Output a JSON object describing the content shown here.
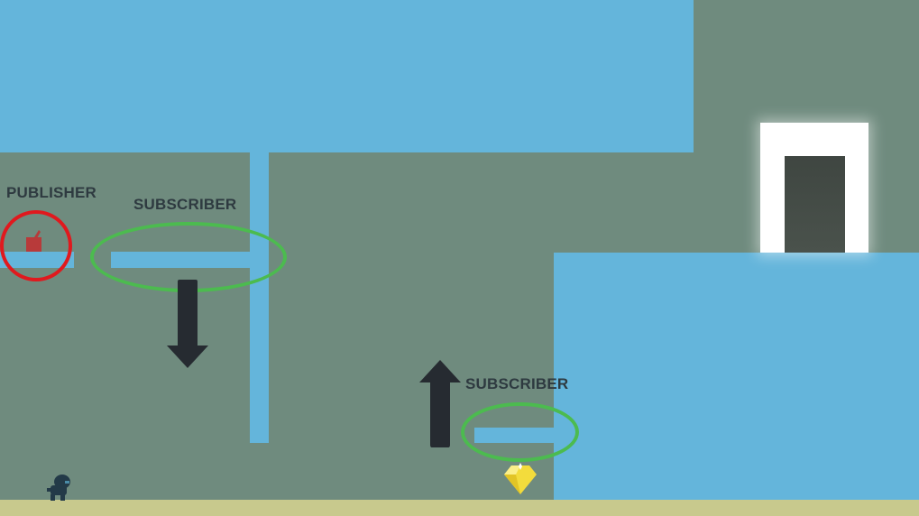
{
  "level": {
    "labels": {
      "publisher": "PUBLISHER",
      "subscriber_top": "SUBSCRIBER",
      "subscriber_bottom": "SUBSCRIBER"
    },
    "exit_door": "exit-door",
    "colors": {
      "background": "#6f8b7e",
      "wall": "#64b5db",
      "ground": "#c8c98d",
      "publisher_ring": "#e0191e",
      "subscriber_ring": "#4cbb4f",
      "arrow": "#262b31",
      "gem": "#f3dc3c",
      "door_glow": "#ffffff",
      "door_inner": "#3f4641"
    },
    "icons": {
      "button": "publisher-button-icon",
      "player": "player-character-icon",
      "gem": "gem-icon",
      "arrow_down": "arrow-down-icon",
      "arrow_up": "arrow-up-icon"
    }
  }
}
